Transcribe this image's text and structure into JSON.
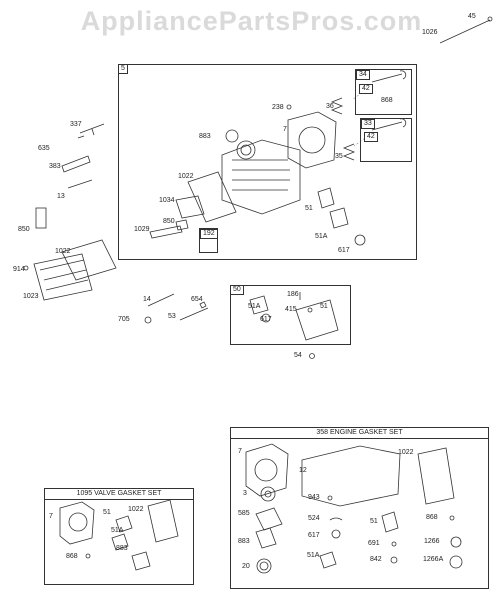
{
  "watermark": "AppliancePartsPros.com",
  "callouts": {
    "c45": "45",
    "c1026": "1026",
    "c5": "5",
    "c34": "34",
    "c42a": "42",
    "c868a": "868",
    "c238": "238",
    "c36": "36",
    "c33": "33",
    "c42b": "42",
    "c337": "337",
    "c635": "635",
    "c883": "883",
    "c7": "7",
    "c383": "383",
    "c35": "35",
    "c13": "13",
    "c1022a": "1022",
    "c1034": "1034",
    "c51a": "51",
    "c850a": "850",
    "c850b": "850",
    "c1029": "1029",
    "c192": "192",
    "c51Aa": "51A",
    "c617a": "617",
    "c1022b": "1022",
    "c914": "914",
    "c1023": "1023",
    "c50": "50",
    "c186": "186",
    "c14": "14",
    "c654": "654",
    "c51Ab": "51A",
    "c415": "415",
    "c51b": "51",
    "c617b": "617",
    "c705": "705",
    "c53": "53",
    "c54": "54"
  },
  "engine_kit": {
    "title": "358 ENGINE GASKET SET",
    "labels": {
      "e7": "7",
      "e12": "12",
      "e1022": "1022",
      "e3": "3",
      "e943": "943",
      "e585": "585",
      "e524": "524",
      "e51": "51",
      "e868": "868",
      "e883": "883",
      "e617": "617",
      "e691": "691",
      "e1266": "1266",
      "e20": "20",
      "e51A": "51A",
      "e842": "842",
      "e1266A": "1266A"
    }
  },
  "valve_kit": {
    "title": "1095 VALVE GASKET SET",
    "labels": {
      "v7": "7",
      "v51": "51",
      "v1022": "1022",
      "v51A": "51A",
      "v883": "883",
      "v868": "868"
    }
  }
}
